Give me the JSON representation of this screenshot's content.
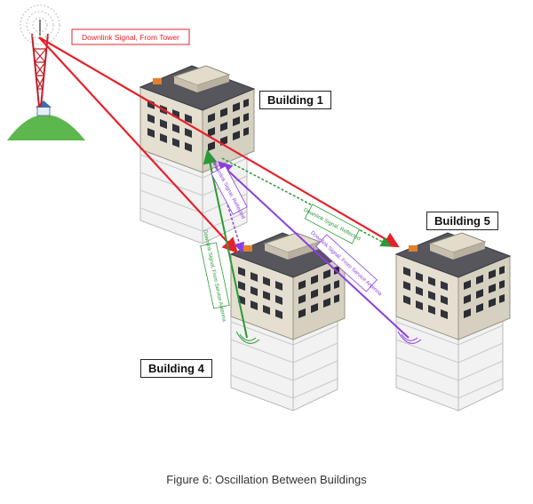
{
  "title_box": {
    "text": "Downlink Signal, From Tower"
  },
  "buildings": {
    "b1": "Building 1",
    "b4": "Building 4",
    "b5": "Building 5"
  },
  "signal_labels": {
    "reflected_b1": "Downlink Signal, Reflected",
    "from_service_antenna_green": "Downlink Signal, From Service Antenna",
    "reflected_b5": "Downlink Signal, Reflected",
    "from_service_antenna_purple": "Downlink Signal, From Service Antenna"
  },
  "caption": "Figure 6: Oscillation Between Buildings",
  "colors": {
    "tower_signal": "#e8202a",
    "service_signal_green": "#2a9a36",
    "service_signal_purple": "#8a3fe0",
    "hill": "#5cb84e"
  }
}
